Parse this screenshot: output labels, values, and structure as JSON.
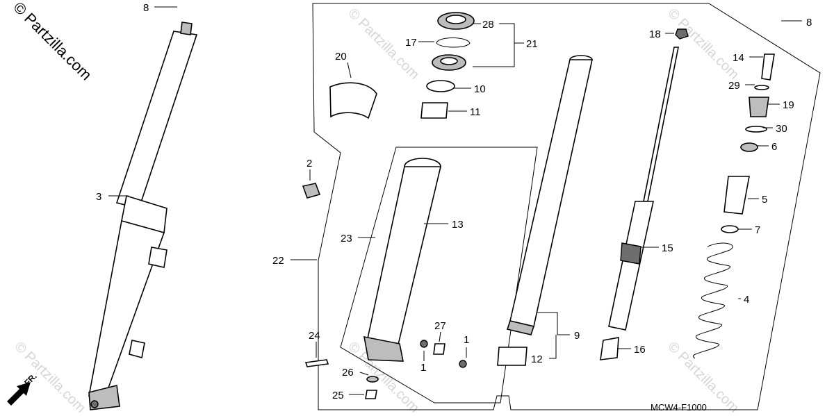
{
  "watermark": {
    "main": "© Partzilla.com",
    "faint": "© Partzilla.com"
  },
  "diagram_code": "MCW4-F1000",
  "front_marker": "FR.",
  "callouts": {
    "c1a": "1",
    "c1b": "1",
    "c2": "2",
    "c3": "3",
    "c4": "4",
    "c5": "5",
    "c6": "6",
    "c7": "7",
    "c8a": "8",
    "c8b": "8",
    "c9": "9",
    "c10": "10",
    "c11": "11",
    "c12": "12",
    "c13": "13",
    "c14": "14",
    "c15": "15",
    "c16": "16",
    "c17": "17",
    "c18": "18",
    "c19": "19",
    "c20": "20",
    "c21": "21",
    "c22": "22",
    "c23": "23",
    "c24": "24",
    "c25": "25",
    "c26": "26",
    "c27": "27",
    "c28": "28",
    "c29": "29",
    "c30": "30"
  }
}
